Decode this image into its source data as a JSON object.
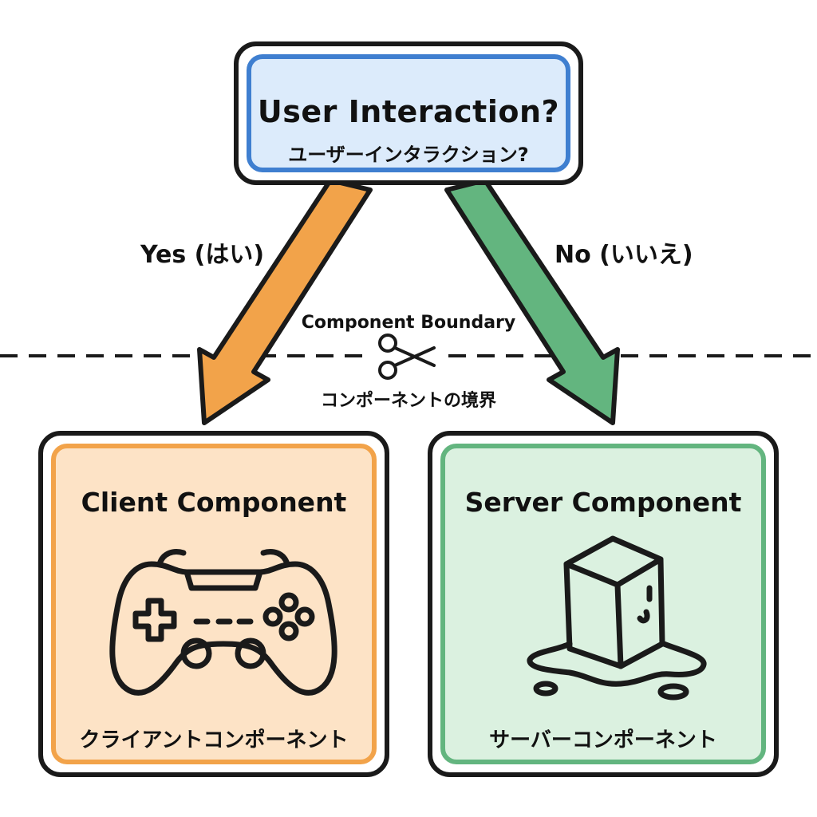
{
  "question": {
    "title": "User Interaction?",
    "subtitle": "ユーザーインタラクション?"
  },
  "edges": {
    "yes_label": "Yes (はい)",
    "no_label": "No (いいえ)"
  },
  "boundary": {
    "label_en": "Component Boundary",
    "label_ja": "コンポーネントの境界"
  },
  "client": {
    "title": "Client Component",
    "subtitle": "クライアントコンポーネント",
    "icon": "gamepad-icon"
  },
  "server": {
    "title": "Server Component",
    "subtitle": "サーバーコンポーネント",
    "icon": "melting-ice-cube-icon"
  },
  "colors": {
    "question_fill": "#dcebfb",
    "question_border": "#3f7fd0",
    "client_fill": "#fde3c6",
    "client_border": "#f2a34a",
    "server_fill": "#dbf1e0",
    "server_border": "#63b57f",
    "yes_arrow": "#f2a34a",
    "no_arrow": "#63b57f"
  }
}
